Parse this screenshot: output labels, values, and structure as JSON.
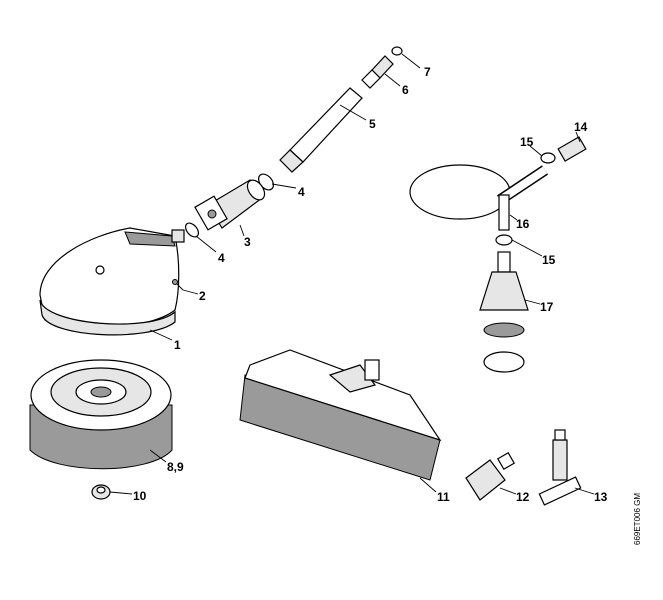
{
  "diagram": {
    "drawing_code": "669ET006 GM",
    "callouts": [
      "7",
      "6",
      "5",
      "4",
      "3",
      "4",
      "2",
      "1",
      "8,9",
      "10",
      "11",
      "12",
      "13",
      "14",
      "15",
      "16",
      "15",
      "17"
    ]
  }
}
